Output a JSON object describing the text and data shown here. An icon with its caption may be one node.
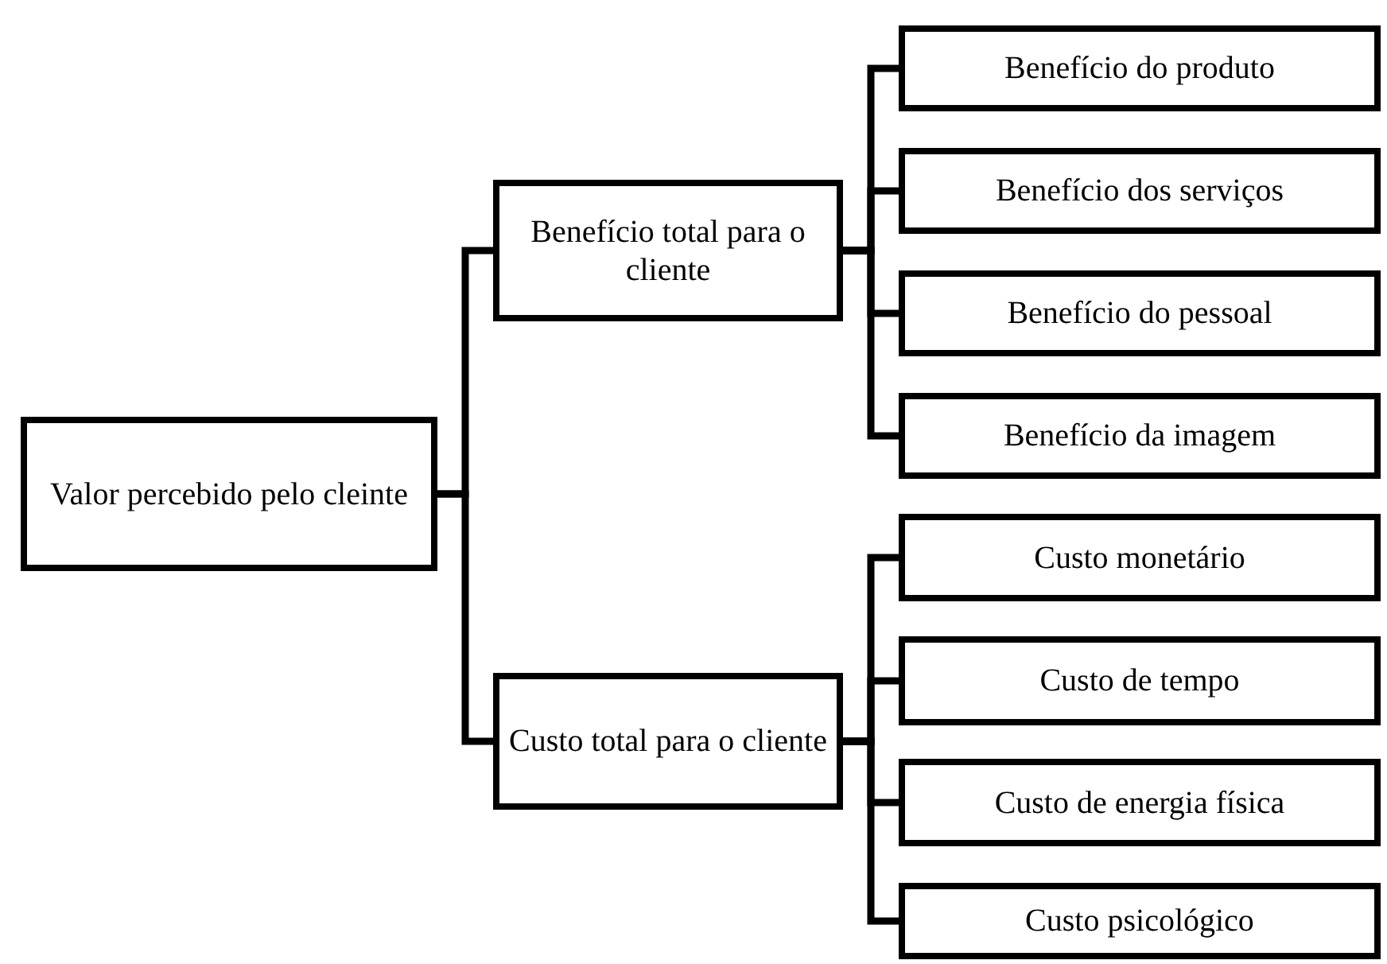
{
  "diagram": {
    "nodes": [
      {
        "text": [
          "Valor percebido pelo cleinte"
        ]
      },
      {
        "text": [
          "Benefício total para o cliente"
        ]
      },
      {
        "text": [
          "Custo total para o cliente"
        ]
      },
      {
        "text": [
          "Benefício do produto"
        ]
      },
      {
        "text": [
          "Benefício dos serviços"
        ]
      },
      {
        "text": [
          "Benefício do pessoal"
        ]
      },
      {
        "text": [
          "Benefício da imagem"
        ]
      },
      {
        "text": [
          "Custo monetário"
        ]
      },
      {
        "text": [
          "Custo de tempo"
        ]
      },
      {
        "text": [
          "Custo de energia física"
        ]
      },
      {
        "text": [
          "Custo psicológico"
        ]
      }
    ],
    "edges": [
      {
        "from": 0,
        "to": 1,
        "arrow": "none"
      },
      {
        "from": 0,
        "to": 2,
        "arrow": "none"
      },
      {
        "from": 1,
        "to": 3,
        "arrow": "none"
      },
      {
        "from": 1,
        "to": 4,
        "arrow": "none"
      },
      {
        "from": 1,
        "to": 5,
        "arrow": "none"
      },
      {
        "from": 1,
        "to": 6,
        "arrow": "none"
      },
      {
        "from": 2,
        "to": 7,
        "arrow": "none"
      },
      {
        "from": 2,
        "to": 8,
        "arrow": "none"
      },
      {
        "from": 2,
        "to": 9,
        "arrow": "none"
      },
      {
        "from": 2,
        "to": 10,
        "arrow": "none"
      }
    ]
  }
}
